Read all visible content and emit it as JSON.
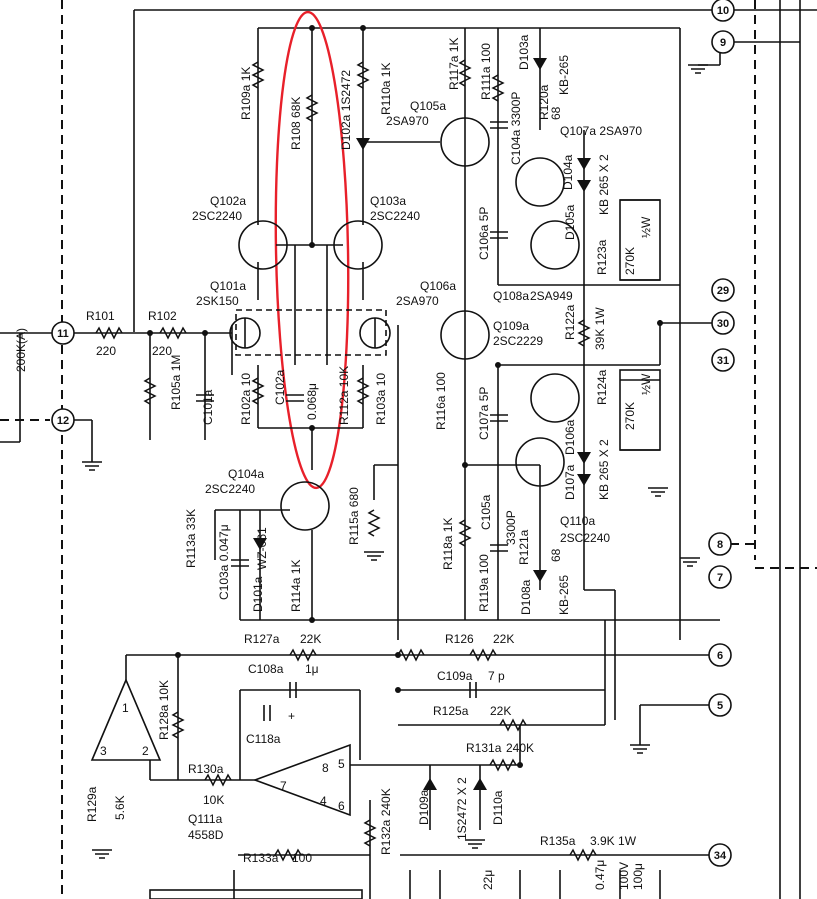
{
  "colors": {
    "ink": "#111111",
    "paper": "#ffffff",
    "highlight": "#e8202a"
  },
  "terminals": [
    "10",
    "9",
    "29",
    "30",
    "31",
    "11",
    "12",
    "8",
    "7",
    "6",
    "5",
    "34"
  ],
  "labels": {
    "r109a": "R109a 1K",
    "r108": "R108 68K",
    "d102a": "D102a 1S2472",
    "r110a": "R110a 1K",
    "r117a": "R117a 1K",
    "r111a": "R111a 100",
    "d103a": "D103a",
    "kb265_top": "KB-265",
    "q105a": "Q105a",
    "q105a_type": "2SA970",
    "c104a": "C104a 3300P",
    "r120a": "R120a",
    "r120a_val": "68",
    "q107a": "Q107a 2SA970",
    "d104a": "D104a",
    "kb265x2_top": "KB 265 X 2",
    "d105a": "D105a",
    "q102a": "Q102a",
    "q102a_type": "2SC2240",
    "q103a": "Q103a",
    "q103a_type": "2SC2240",
    "c106a": "C106a 5P",
    "r123a": "R123a",
    "r123a_val": "270K",
    "half_w_top": "½W",
    "q101a": "Q101a",
    "q101a_type": "2SK150",
    "q106a": "Q106a",
    "q106a_type": "2SA970",
    "q108a": "Q108a",
    "q108a_type": "2SA949",
    "q109a": "Q109a",
    "q109a_type": "2SC2229",
    "r122a": "R122a",
    "r122a_val": "39K 1W",
    "r101": "R101",
    "r101_val": "220",
    "r102": "R102",
    "r102_val": "220",
    "pot": "200K(A)",
    "r105a": "R105a 1M",
    "c101a": "C101a",
    "r102a": "R102a 10",
    "c102a": "C102a",
    "c102a_val": "0.068μ",
    "r112a": "R112a 10K",
    "r103a": "R103a 10",
    "r116a": "R116a 100",
    "c107a": "C107a 5P",
    "r124a": "R124a",
    "r124a_val": "270K",
    "half_w_bot": "½W",
    "d106a": "D106a",
    "kb265x2_bot": "KB 265 X 2",
    "d107a": "D107a",
    "q104a": "Q104a",
    "q104a_type": "2SC2240",
    "r115a": "R115a 680",
    "c105a": "C105a",
    "c105a_val": "3300P",
    "r118a": "R118a 1K",
    "q110a": "Q110a",
    "q110a_type": "2SC2240",
    "r121a": "R121a",
    "r121a_val": "68",
    "r113a": "R113a 33K",
    "c103a": "C103a 0.047μ",
    "wz061": "WZ-061",
    "d101a": "D101a",
    "r114a": "R114a 1K",
    "r119a": "R119a 100",
    "d108a": "D108a",
    "kb265_bot": "KB-265",
    "r127a": "R127a",
    "r127a_val": "22K",
    "r126": "R126",
    "r126_val": "22K",
    "c108a": "C108a",
    "c108a_val": "1μ",
    "c109a": "C109a",
    "c109a_val": "7 p",
    "r128a": "R128a 10K",
    "r125a": "R125a",
    "r125a_val": "22K",
    "plus": "+",
    "c118a": "C118a",
    "opamp_pin1": "1",
    "opamp_pin3": "3",
    "opamp_pin2": "2",
    "r131a": "R131a",
    "r131a_val": "240K",
    "r130a": "R130a",
    "r130a_val": "10K",
    "q111a_pin7": "7",
    "q111a_pin8": "8",
    "q111a_pin5": "5",
    "q111a_pin4": "4",
    "q111a_pin6": "6",
    "d109a": "D109a",
    "d110a": "D110a",
    "s2472x2": "1S2472 X 2",
    "r129a": "R129a",
    "r129a_val": "5.6K",
    "q111a": "Q111a",
    "q111a_type": "4558D",
    "r132a": "R132a 240K",
    "r135a": "R135a",
    "r135a_val": "3.9K 1W",
    "r133a": "R133a",
    "r133a_val": "100",
    "c_047": "0.47μ",
    "c_22": "22μ",
    "cap_100v": "100V",
    "cap_100u": "100μ"
  }
}
